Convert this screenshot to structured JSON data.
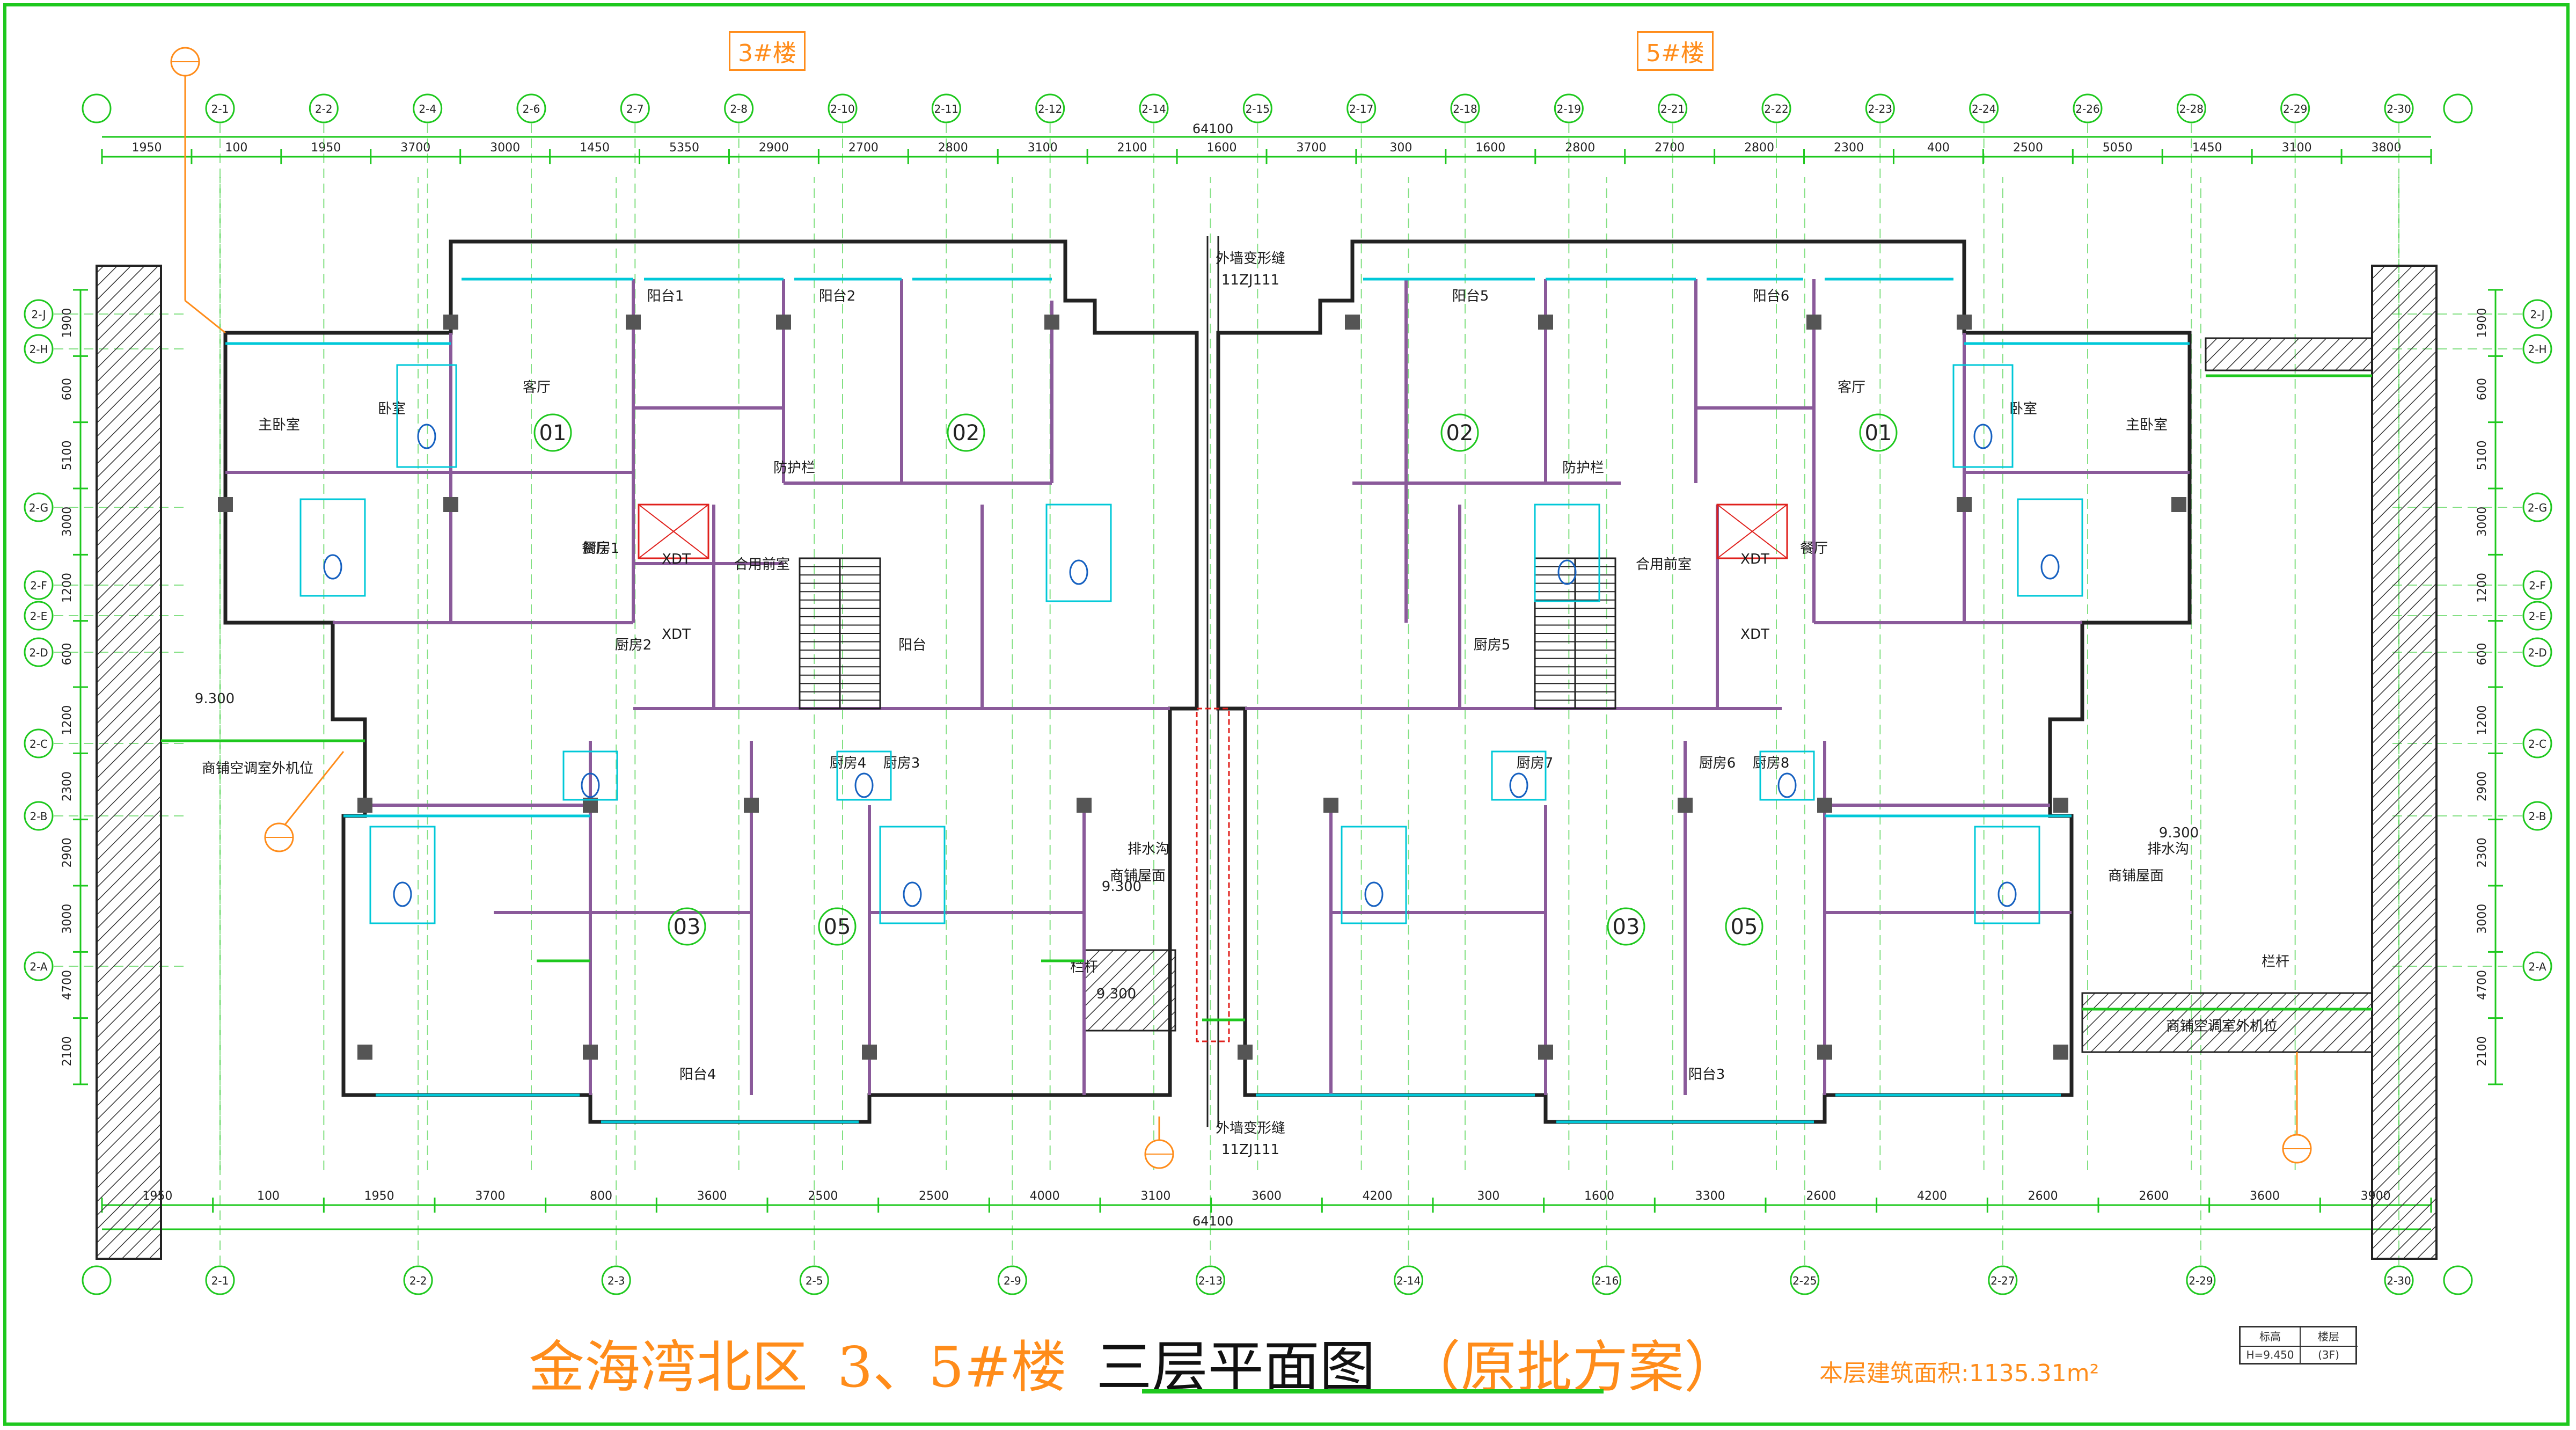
{
  "buildings": {
    "left": "3#楼",
    "right": "5#楼"
  },
  "title": {
    "project": "金海湾北区",
    "buildings": "3、5#楼",
    "drawing": "三层平面图",
    "note": "（原批方案）"
  },
  "floor_area": "本层建筑面积:1135.31m²",
  "stamp": {
    "h1": "标高",
    "h2": "楼层",
    "v1": "H=9.450",
    "v2": "(3F)"
  },
  "axes_top": [
    "2-1",
    "2-2",
    "2-4",
    "2-6",
    "2-7",
    "2-8",
    "2-10",
    "2-11",
    "2-12",
    "2-14",
    "2-15",
    "2-17",
    "2-18",
    "2-19",
    "2-21",
    "2-22",
    "2-23",
    "2-24",
    "2-26",
    "2-28",
    "2-29",
    "2-30"
  ],
  "axes_bottom": [
    "2-1",
    "2-2",
    "2-3",
    "2-5",
    "2-9",
    "2-13",
    "2-14",
    "2-16",
    "2-25",
    "2-27",
    "2-29",
    "2-30"
  ],
  "axes_side": [
    "2-J",
    "2-H",
    "2-G",
    "2-F",
    "2-E",
    "2-D",
    "2-C",
    "2-B",
    "2-A"
  ],
  "dims": {
    "total": "64100",
    "top_row": [
      "1950",
      "100",
      "1950",
      "3700",
      "3000",
      "1450",
      "5350",
      "2900",
      "2700",
      "2800",
      "3100",
      "2100",
      "1600",
      "3700",
      "300",
      "1600",
      "2800",
      "2700",
      "2800",
      "2300",
      "400",
      "2500",
      "5050",
      "1450",
      "3100",
      "3800"
    ],
    "bottom_row": [
      "1950",
      "100",
      "1950",
      "3700",
      "800",
      "3600",
      "2500",
      "2500",
      "4000",
      "3100",
      "3600",
      "4200",
      "300",
      "1600",
      "3300",
      "2600",
      "4200",
      "2600",
      "2600",
      "3600",
      "3900"
    ],
    "side_left": [
      "1900",
      "600",
      "5100",
      "3000",
      "1200",
      "600",
      "1200",
      "2300",
      "2900",
      "3000",
      "4700",
      "2100"
    ],
    "side_right": [
      "1900",
      "600",
      "5100",
      "3000",
      "1200",
      "600",
      "1200",
      "2900",
      "2300",
      "3000",
      "4700",
      "2100"
    ]
  },
  "rooms": [
    {
      "t": "主卧室"
    },
    {
      "t": "卧室"
    },
    {
      "t": "客厅"
    },
    {
      "t": "餐厅"
    },
    {
      "t": "厨房1"
    },
    {
      "t": "阳台"
    },
    {
      "t": "阳台1"
    },
    {
      "t": "阳台2"
    },
    {
      "t": "阳台5"
    },
    {
      "t": "阳台6"
    },
    {
      "t": "阳台4"
    },
    {
      "t": "阳台3"
    },
    {
      "t": "主卧室"
    },
    {
      "t": "卧室"
    },
    {
      "t": "客厅"
    },
    {
      "t": "餐厅"
    },
    {
      "t": "合用前室"
    },
    {
      "t": "合用前室"
    },
    {
      "t": "厨房2"
    },
    {
      "t": "厨房3"
    },
    {
      "t": "厨房4"
    },
    {
      "t": "厨房5"
    },
    {
      "t": "厨房6"
    },
    {
      "t": "厨房7"
    },
    {
      "t": "厨房8"
    },
    {
      "t": "防护栏"
    },
    {
      "t": "防护栏"
    },
    {
      "t": "排水沟"
    },
    {
      "t": "排水沟"
    },
    {
      "t": "商铺屋面"
    },
    {
      "t": "商铺屋面"
    },
    {
      "t": "商铺空调室外机位"
    },
    {
      "t": "商铺空调室外机位"
    },
    {
      "t": "01"
    },
    {
      "t": "02"
    },
    {
      "t": "02"
    },
    {
      "t": "01"
    },
    {
      "t": "03"
    },
    {
      "t": "05"
    },
    {
      "t": "03"
    },
    {
      "t": "05"
    },
    {
      "t": "XDT"
    },
    {
      "t": "XDT"
    },
    {
      "t": "XDT"
    },
    {
      "t": "XDT"
    },
    {
      "t": "9.300"
    },
    {
      "t": "9.300"
    },
    {
      "t": "9.300"
    },
    {
      "t": "9.300"
    },
    {
      "t": "栏杆"
    },
    {
      "t": "栏杆"
    },
    {
      "t": "外墙变形缝"
    },
    {
      "t": "外墙变形缝"
    },
    {
      "t": "11ZJ111"
    },
    {
      "t": "11ZJ111"
    }
  ]
}
